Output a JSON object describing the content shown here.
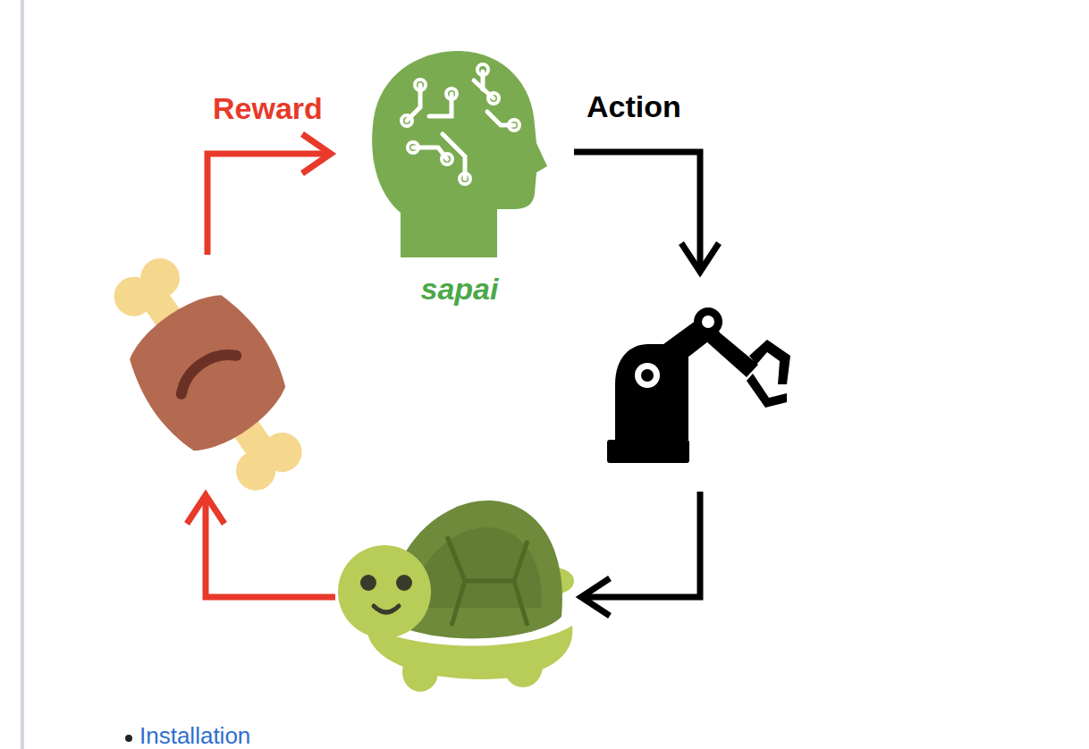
{
  "diagram": {
    "nodes": [
      {
        "text": [
          "sapai"
        ]
      }
    ],
    "labels": [
      "Reward",
      "Action",
      "Installation"
    ]
  }
}
